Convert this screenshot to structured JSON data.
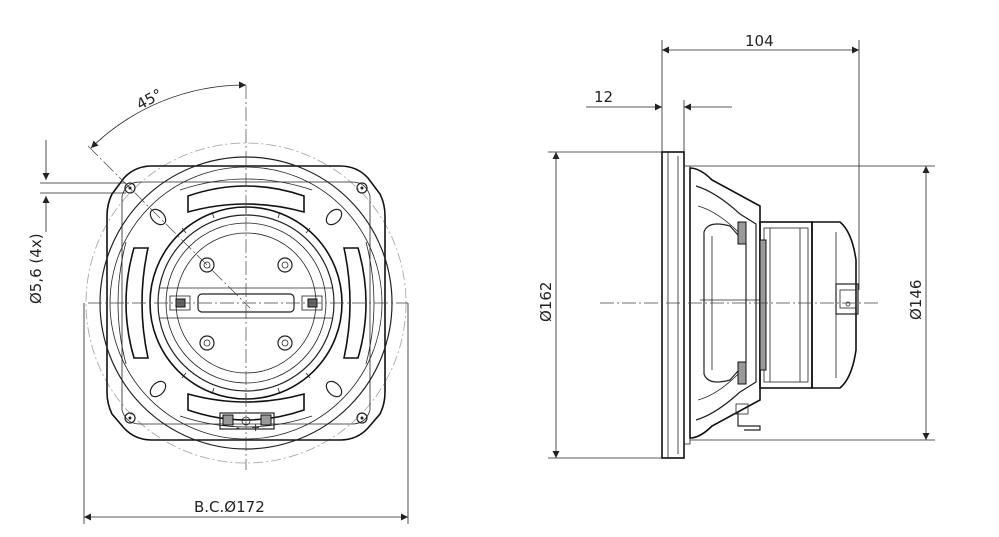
{
  "front_view": {
    "angle_label": "45°",
    "hole_label": "Ø5,6 (4x)",
    "bolt_circle_label": "B.C.Ø172"
  },
  "side_view": {
    "depth_label": "104",
    "flange_label": "12",
    "outer_diameter_label": "Ø162",
    "cutout_diameter_label": "Ø146"
  },
  "terminal_labels": {
    "minus": "-",
    "plus": "+"
  }
}
